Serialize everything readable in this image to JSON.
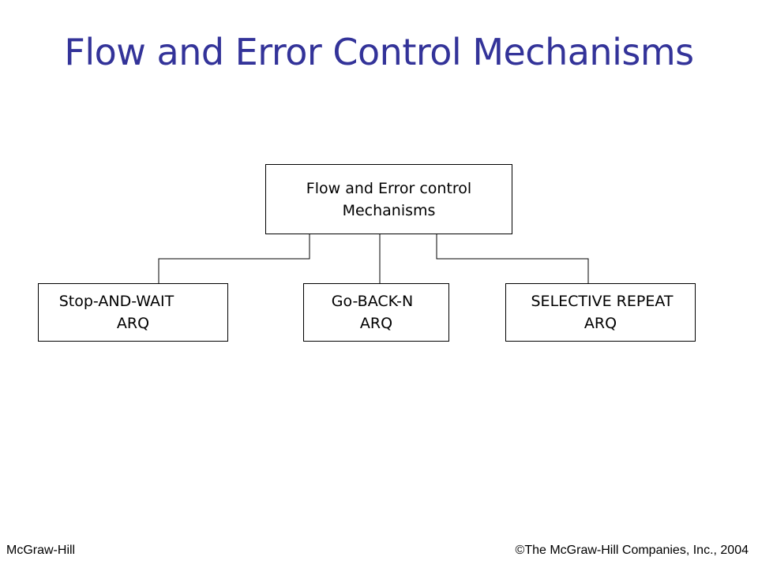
{
  "slide": {
    "title": "Flow and Error Control Mechanisms",
    "title_color": "#333399"
  },
  "diagram": {
    "root": {
      "line1": "Flow and Error control",
      "line2": "Mechanisms"
    },
    "children": [
      {
        "line1": "Stop-AND-WAIT",
        "line2": "ARQ"
      },
      {
        "line1": "Go-BACK-N",
        "line2": "ARQ"
      },
      {
        "line1": "SELECTIVE REPEAT",
        "line2": "ARQ"
      }
    ]
  },
  "footer": {
    "left": "McGraw-Hill",
    "right": "©The McGraw-Hill Companies, Inc., 2004"
  }
}
